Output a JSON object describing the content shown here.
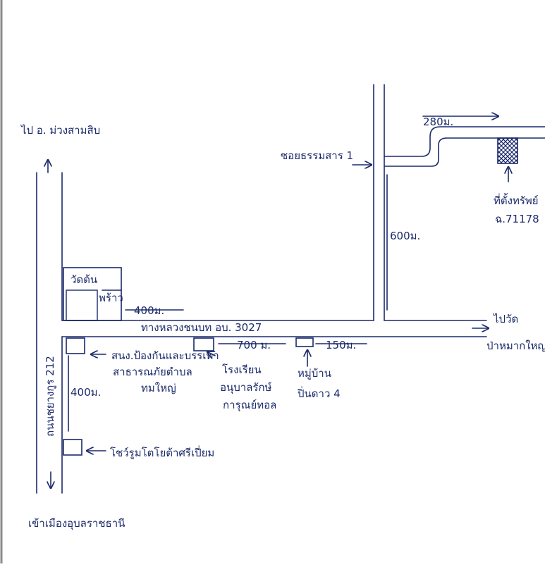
{
  "map": {
    "title": "",
    "labels": {
      "to_top_left": "ไป อ. ม่วงสามสิบ",
      "to_bottom_left": "เข้าเมืองอุบลราชธานี",
      "vertical_road": "ถนนชยางกูร 212",
      "main_road": "ทางหลวงชนบท อบ. 3027",
      "soi": "ซอยธรรมสาร 1",
      "to_right_1": "ไปวัด",
      "to_right_2": "ป่าหมากใหญ่",
      "plot_1": "ที่ตั้งทรัพย์",
      "plot_2": "ฉ.71178",
      "temple_1": "วัดต้น",
      "temple_2": "พร้าว",
      "office_1": "สนง.ป้องกันและบรรเทา",
      "office_2": "สาธารณภัยตำบล",
      "office_3": "ทมใหญ่",
      "school_1": "โรงเรียน",
      "school_2": "อนุบาลรักษ์",
      "school_3": "การุณย์ทอล",
      "village_1": "หมู่บ้าน",
      "village_2": "ปิ่นดาว 4",
      "showroom": "โชว์รูมโตโยต้าศรีเปี่ยม"
    },
    "distances": {
      "d280": "280ม.",
      "d600": "600ม.",
      "d400_top": "400ม.",
      "d700": "700 ม.",
      "d150": "150ม.",
      "d400_left": "400ม."
    },
    "colors": {
      "ink": "#1b2a6b",
      "paper": "#ffffff"
    },
    "icons": {
      "plot_marker": "hatched-square-icon"
    }
  }
}
